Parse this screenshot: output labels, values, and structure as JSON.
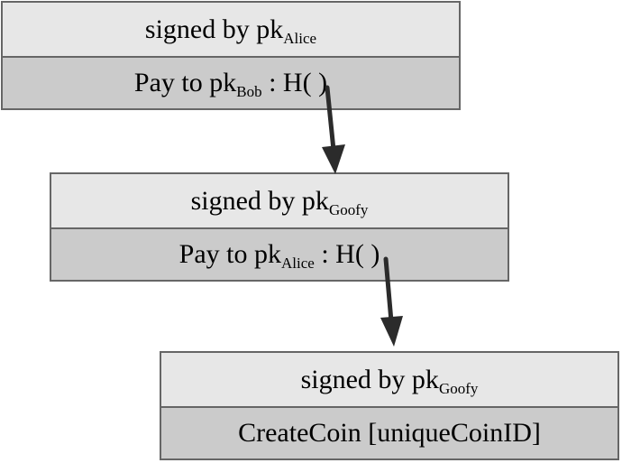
{
  "blocks": [
    {
      "header": {
        "text": "signed by pk",
        "sub": "Alice"
      },
      "body": {
        "prefix": "Pay to pk",
        "sub": "Bob",
        "suffix": " : H( )"
      }
    },
    {
      "header": {
        "text": "signed by pk",
        "sub": "Goofy"
      },
      "body": {
        "prefix": "Pay to pk",
        "sub": "Alice",
        "suffix": " : H( )"
      }
    },
    {
      "header": {
        "text": "signed by pk",
        "sub": "Goofy"
      },
      "body": {
        "text": "CreateCoin [uniqueCoinID]"
      }
    }
  ],
  "colors": {
    "header_fill": "#e7e7e7",
    "body_fill": "#cbcbcb",
    "border": "#666666",
    "arrow": "#2b2b2b"
  }
}
